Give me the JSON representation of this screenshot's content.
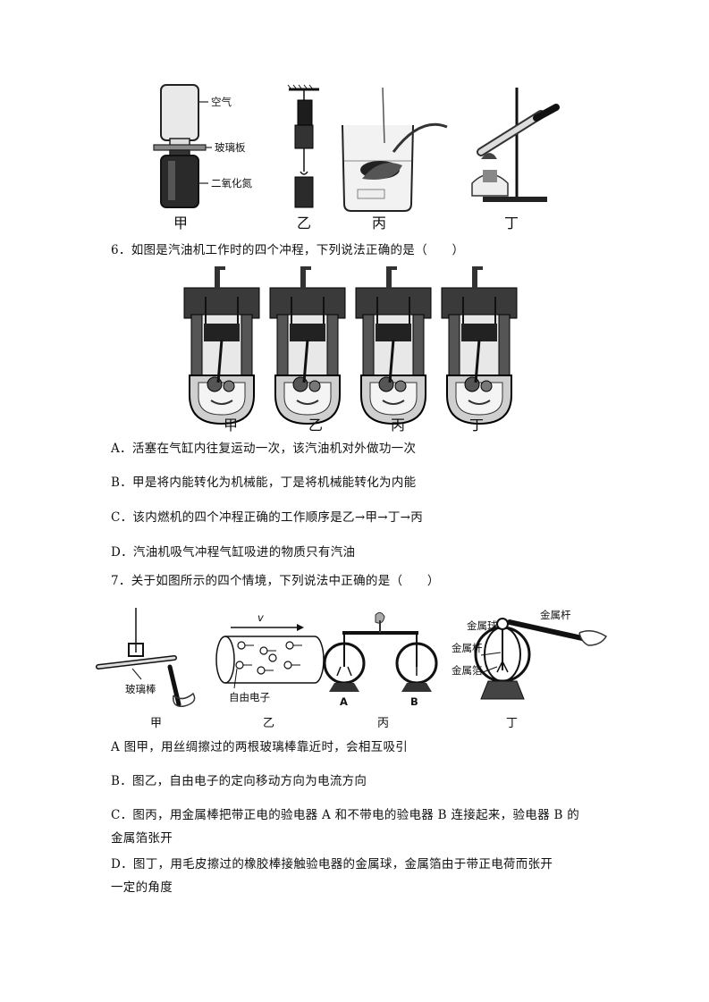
{
  "fig5": {
    "labels": {
      "air": "空气",
      "glass_plate": "玻璃板",
      "no2": "二氧化氮"
    },
    "captions": [
      "甲",
      "乙",
      "丙",
      "丁"
    ]
  },
  "q6": {
    "stem": "6．如图是汽油机工作时的四个冲程，下列说法正确的是（　　）",
    "captions": [
      "甲",
      "乙",
      "丙",
      "丁"
    ],
    "options": [
      "A．活塞在气缸内往复运动一次，该汽油机对外做功一次",
      "B．甲是将内能转化为机械能，丁是将机械能转化为内能",
      "C．该内燃机的四个冲程正确的工作顺序是乙→甲→丁→丙",
      "D．汽油机吸气冲程气缸吸进的物质只有汽油"
    ]
  },
  "q7": {
    "stem": "7．关于如图所示的四个情境，下列说法中正确的是（　　）",
    "labels": {
      "glass_rod": "玻璃棒",
      "velocity": "v",
      "free_electron": "自由电子",
      "A": "A",
      "B": "B",
      "metal_ball": "金属球",
      "metal_rod_label": "金属杆",
      "metal_foil": "金属箔",
      "metal_rod_top": "金属杆"
    },
    "captions": [
      "甲",
      "乙",
      "丙",
      "丁"
    ],
    "options": [
      "A 图甲，用丝绸擦过的两根玻璃棒靠近时，会相互吸引",
      "B．图乙，自由电子的定向移动方向为电流方向",
      "C．图丙，用金属棒把带正电的验电器 A 和不带电的验电器 B 连接起来，验电器 B 的",
      "金属箔张开",
      "D．图丁，用毛皮擦过的橡胶棒接触验电器的金属球，金属箔由于带正电荷而张开",
      "一定的角度"
    ]
  }
}
